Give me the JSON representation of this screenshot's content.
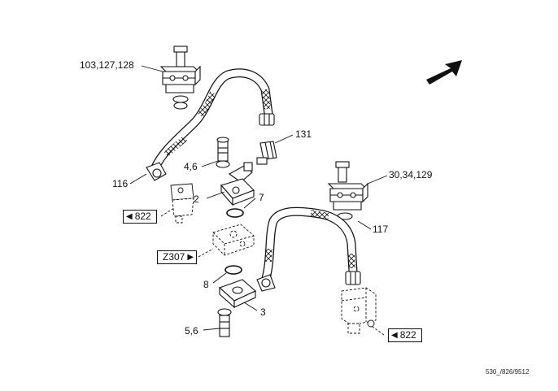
{
  "labels": {
    "clamp_top": "103,127,128",
    "fitting_131": "131",
    "bolt_46": "4,6",
    "pipe_116": "116",
    "seal_7": "7",
    "flange_2": "2",
    "clamp_right": "30,34,129",
    "pipe_117": "117",
    "seal_8": "8",
    "flange_3": "3",
    "bolt_56": "5,6"
  },
  "refs": {
    "left_822": "822",
    "z307": "Z307",
    "right_822": "822"
  },
  "footer": "530_/826/9512",
  "icons": {
    "direction_arrow": "arrow-up-right-icon",
    "ref_left_arrow": "triangle-left-icon",
    "ref_right_arrow": "triangle-right-icon"
  },
  "colors": {
    "line": "#111111",
    "fill": "#ffffff",
    "shade": "#cfcfcf"
  }
}
